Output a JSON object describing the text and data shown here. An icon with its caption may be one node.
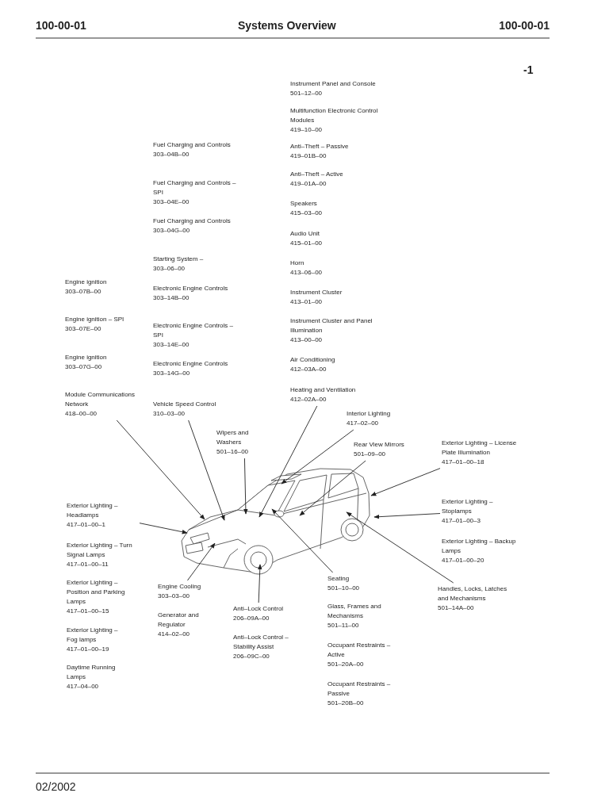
{
  "diagram": {
    "title": "Systems Overview",
    "nodes": [
      {
        "text": [
          "Module Communications Network",
          "418–00–00"
        ]
      },
      {
        "text": [
          "Vehicle Speed Control",
          "310–03–00"
        ]
      },
      {
        "text": [
          "Wipers and Washers",
          "501–16–00"
        ]
      },
      {
        "text": [
          "Heating and Ventilation",
          "412–02A–00"
        ]
      },
      {
        "text": [
          "Interior Lighting",
          "417–02–00"
        ]
      },
      {
        "text": [
          "Rear View Mirrors",
          "501–09–00"
        ]
      },
      {
        "text": [
          "Exterior Lighting – License Plate Illumination",
          "417–01–00–18"
        ]
      },
      {
        "text": [
          "Exterior Lighting – Stoplamps",
          "417–01–00–3"
        ]
      },
      {
        "text": [
          "Exterior Lighting – Headlamps",
          "417–01–00–1"
        ]
      },
      {
        "text": [
          "Engine Cooling",
          "303–03–00"
        ]
      },
      {
        "text": [
          "Anti–Lock Control",
          "206–09A–00"
        ]
      },
      {
        "text": [
          "Seating",
          "501–10–00"
        ]
      },
      {
        "text": [
          "Handles, Locks, Latches and Mechanisms",
          "501–14A–00"
        ]
      },
      {
        "text": [],
        "shape": "picture"
      }
    ],
    "edges": [
      {
        "from": 0,
        "to": 13,
        "arrow": "to"
      },
      {
        "from": 1,
        "to": 13,
        "arrow": "to"
      },
      {
        "from": 2,
        "to": 13,
        "arrow": "to"
      },
      {
        "from": 3,
        "to": 13,
        "arrow": "to"
      },
      {
        "from": 4,
        "to": 13,
        "arrow": "to"
      },
      {
        "from": 5,
        "to": 13,
        "arrow": "to"
      },
      {
        "from": 6,
        "to": 13,
        "arrow": "to"
      },
      {
        "from": 7,
        "to": 13,
        "arrow": "to"
      },
      {
        "from": 8,
        "to": 13,
        "arrow": "to"
      },
      {
        "from": 9,
        "to": 13,
        "arrow": "to"
      },
      {
        "from": 10,
        "to": 13,
        "arrow": "to"
      },
      {
        "from": 11,
        "to": 13,
        "arrow": "to"
      },
      {
        "from": 12,
        "to": 13,
        "arrow": "to"
      }
    ],
    "labels": [
      "100-00-01",
      "100-00-01",
      "-1",
      "Instrument Panel and Console",
      "501–12–00",
      "Multifunction Electronic Control Modules",
      "419–10–00",
      "Anti–Theft – Passive",
      "419–01B–00",
      "Anti–Theft – Active",
      "419–01A–00",
      "Speakers",
      "415–03–00",
      "Audio Unit",
      "415–01–00",
      "Horn",
      "413–06–00",
      "Instrument Cluster",
      "413–01–00",
      "Instrument Cluster and Panel Illumination",
      "413–00–00",
      "Air Conditioning",
      "412–03A–00",
      "Fuel Charging and Controls",
      "303–04B–00",
      "Fuel Charging and Controls – SPI",
      "303–04E–00",
      "Fuel Charging and Controls",
      "303–04G–00",
      "Starting System –",
      "303–06–00",
      "Electronic Engine Controls",
      "303–14B–00",
      "Electronic Engine Controls – SPI",
      "303–14E–00",
      "Electronic Engine Controls",
      "303–14G–00",
      "Engine ignition",
      "303–07B–00",
      "Engine ignition – SPI",
      "303–07E–00",
      "Engine ignition",
      "303–07G–00",
      "Exterior Lighting – Turn Signal Lamps",
      "417–01–00–11",
      "Exterior Lighting – Position and Parking Lamps",
      "417–01–00–15",
      "Exterior Lighting – Fog lamps",
      "417–01–00–19",
      "Daytime Running Lamps",
      "417–04–00",
      "Generator and Regulator",
      "414–02–00",
      "Anti–Lock Control – Stability Assist",
      "206–09C–00",
      "Glass, Frames and Mechanisms",
      "501–11–00",
      "Occupant Restraints – Active",
      "501–20A–00",
      "Occupant Restraints – Passive",
      "501–20B–00",
      "Exterior Lighting – Backup Lamps",
      "417–01–00–20",
      "02/2002"
    ]
  }
}
